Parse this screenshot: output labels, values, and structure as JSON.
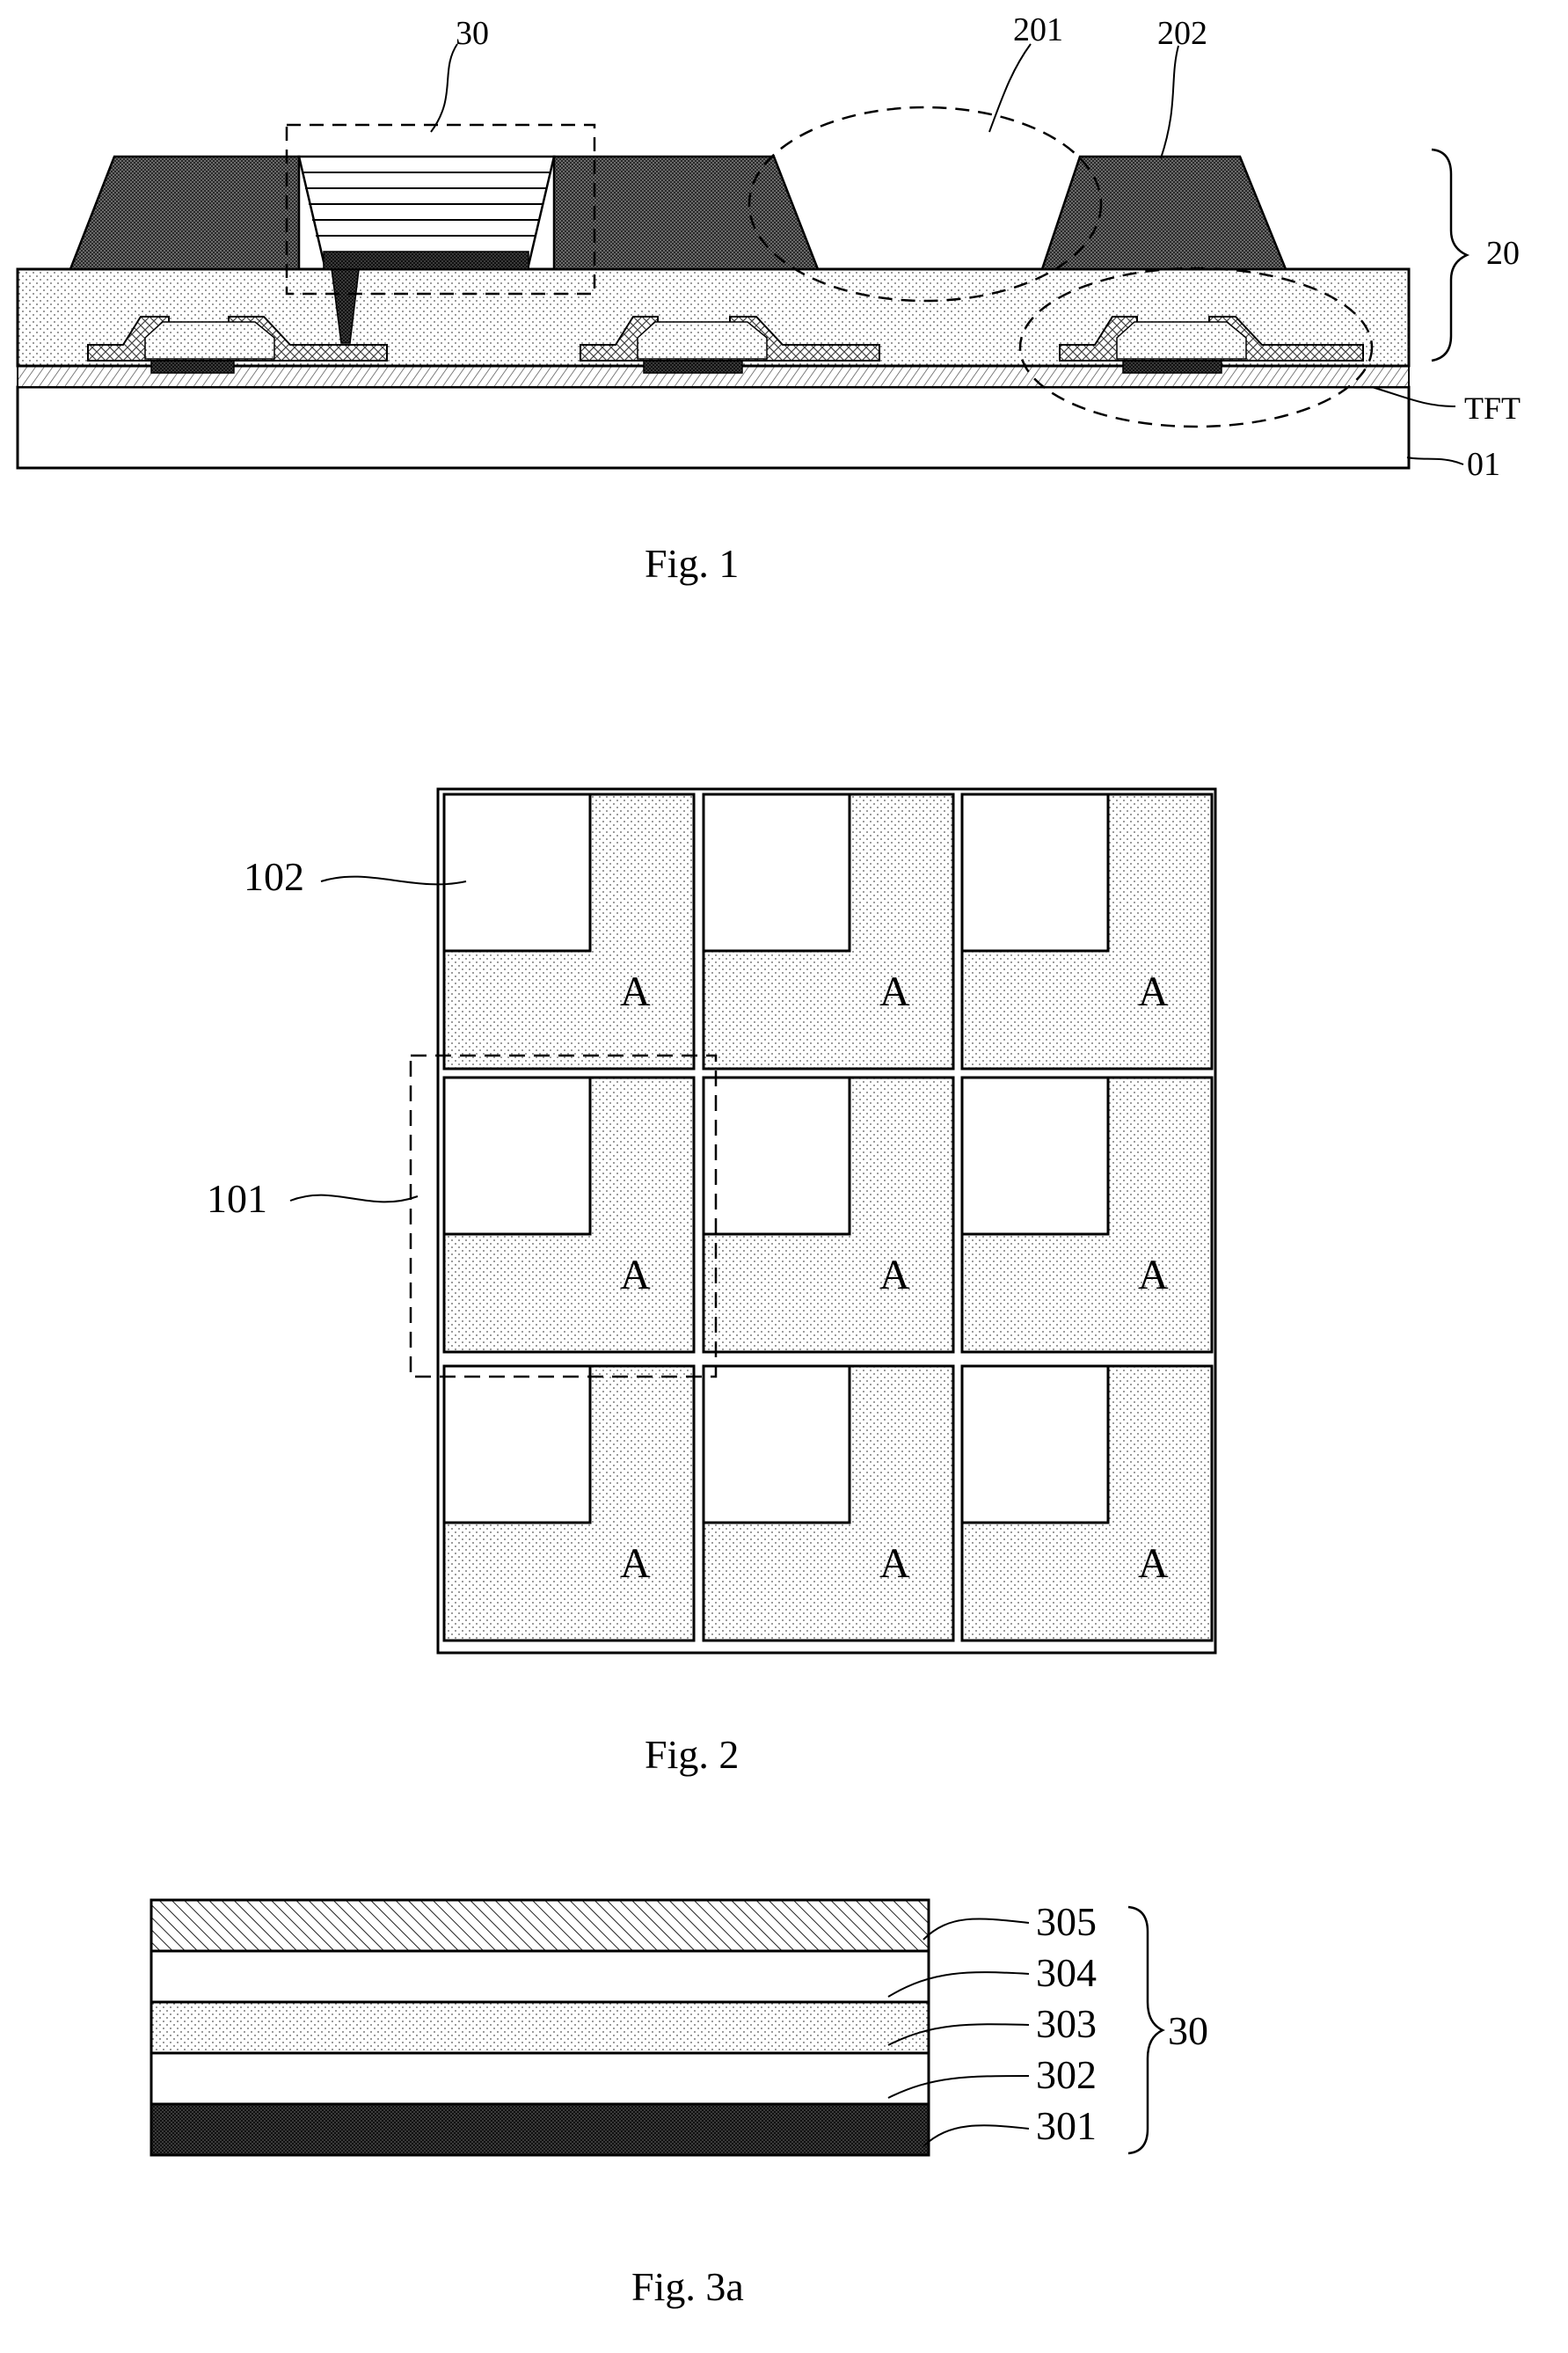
{
  "fig1": {
    "caption": "Fig. 1",
    "labels": {
      "l30": "30",
      "l201": "201",
      "l202": "202",
      "l20": "20",
      "lTFT": "TFT",
      "l01": "01"
    }
  },
  "fig2": {
    "caption": "Fig. 2",
    "labels": {
      "l102": "102",
      "l101": "101"
    },
    "cell_label": "A",
    "cells": [
      "A",
      "A",
      "A",
      "A",
      "A",
      "A",
      "A",
      "A",
      "A"
    ]
  },
  "fig3a": {
    "caption": "Fig. 3a",
    "layers": [
      {
        "id": "305",
        "label": "305"
      },
      {
        "id": "304",
        "label": "304"
      },
      {
        "id": "303",
        "label": "303"
      },
      {
        "id": "302",
        "label": "302"
      },
      {
        "id": "301",
        "label": "301"
      }
    ],
    "group_label": "30"
  }
}
